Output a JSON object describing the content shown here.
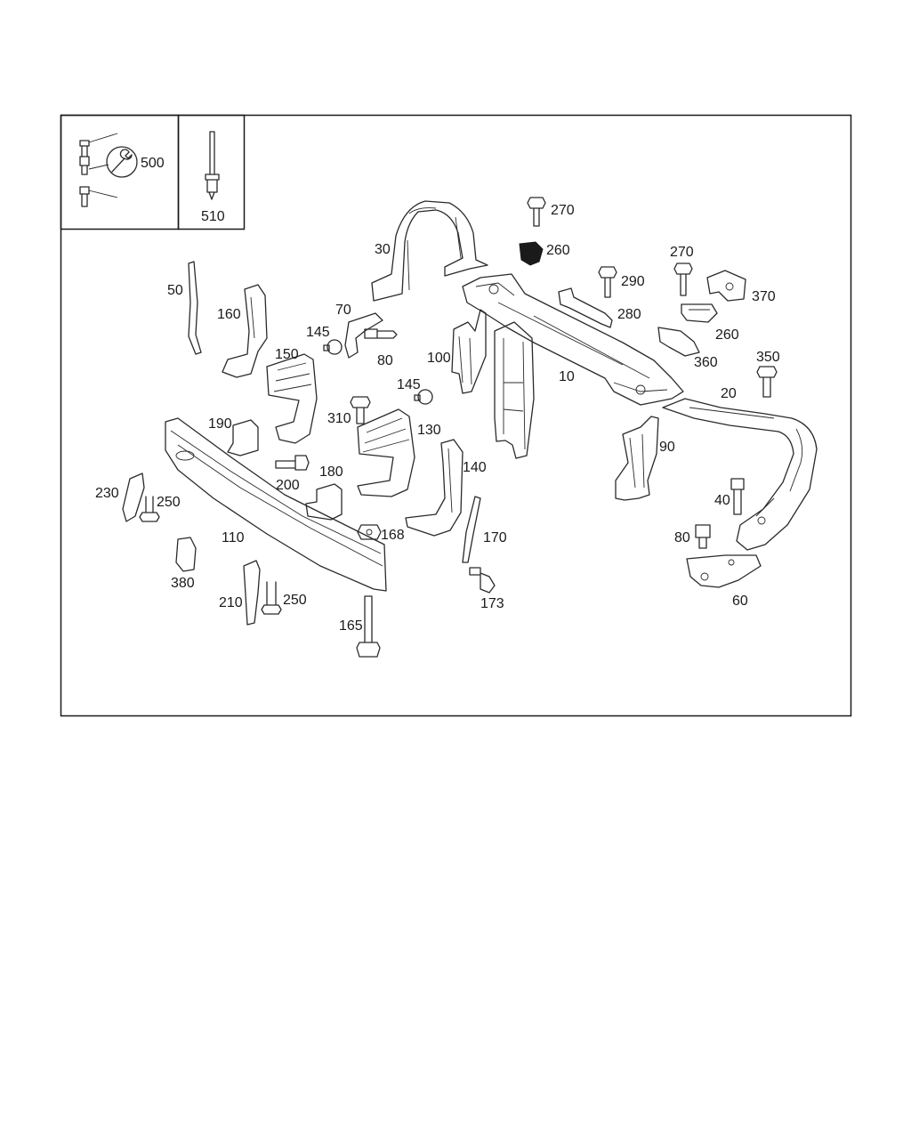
{
  "legend": {
    "wrench_part": "500",
    "rivet_part": "510"
  },
  "callouts": [
    {
      "id": "30",
      "label": "30"
    },
    {
      "id": "270a",
      "label": "270"
    },
    {
      "id": "260a",
      "label": "260"
    },
    {
      "id": "270b",
      "label": "270"
    },
    {
      "id": "290",
      "label": "290"
    },
    {
      "id": "370",
      "label": "370"
    },
    {
      "id": "50",
      "label": "50"
    },
    {
      "id": "160",
      "label": "160"
    },
    {
      "id": "70",
      "label": "70"
    },
    {
      "id": "280",
      "label": "280"
    },
    {
      "id": "145a",
      "label": "145"
    },
    {
      "id": "260b",
      "label": "260"
    },
    {
      "id": "150",
      "label": "150"
    },
    {
      "id": "80a",
      "label": "80"
    },
    {
      "id": "100",
      "label": "100"
    },
    {
      "id": "360",
      "label": "360"
    },
    {
      "id": "350",
      "label": "350"
    },
    {
      "id": "145b",
      "label": "145"
    },
    {
      "id": "10",
      "label": "10"
    },
    {
      "id": "20",
      "label": "20"
    },
    {
      "id": "310",
      "label": "310"
    },
    {
      "id": "190",
      "label": "190"
    },
    {
      "id": "130",
      "label": "130"
    },
    {
      "id": "90",
      "label": "90"
    },
    {
      "id": "140",
      "label": "140"
    },
    {
      "id": "180",
      "label": "180"
    },
    {
      "id": "200",
      "label": "200"
    },
    {
      "id": "230",
      "label": "230"
    },
    {
      "id": "250a",
      "label": "250"
    },
    {
      "id": "40",
      "label": "40"
    },
    {
      "id": "110",
      "label": "110"
    },
    {
      "id": "168",
      "label": "168"
    },
    {
      "id": "170",
      "label": "170"
    },
    {
      "id": "80b",
      "label": "80"
    },
    {
      "id": "380",
      "label": "380"
    },
    {
      "id": "60",
      "label": "60"
    },
    {
      "id": "210",
      "label": "210"
    },
    {
      "id": "250b",
      "label": "250"
    },
    {
      "id": "173",
      "label": "173"
    },
    {
      "id": "165",
      "label": "165"
    }
  ]
}
